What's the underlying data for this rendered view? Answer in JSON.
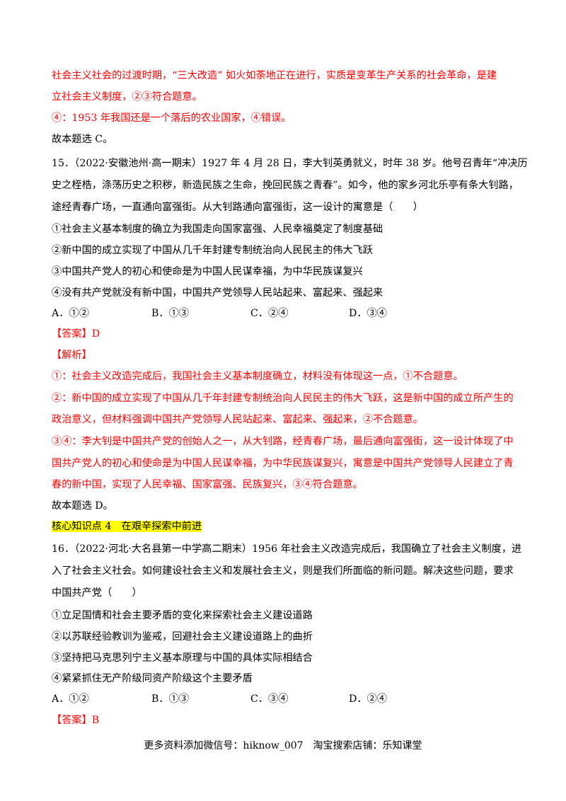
{
  "q14_tail": {
    "line1": "社会主义社会的过渡时期，“三大改造” 如火如荼地正在进行，实质是变革生产关系的社会革命，是建",
    "line2": "立社会主义制度，②③符合题意。",
    "line3": "④：1953 年我国还是一个落后的农业国家，④错误。",
    "conclusion": "故本题选 C。"
  },
  "q15": {
    "stem1": "15．（2022·安徽池州·高一期末）1927 年 4 月 28 日，李大钊英勇就义，时年 38 岁。他号召青年“冲决历",
    "stem2": "史之桎梏，涤荡历史之积秽，新造民族之生命，挽回民族之青春”。如今，他的家乡河北乐亭有条大钊路，",
    "stem3": "途经青春广场，一直通向富强街。从大钊路通向富强街，这一设计的寓意是（　　）",
    "statements": [
      "①社会主义基本制度的确立为我国走向国家富强、人民幸福奠定了制度基础",
      "②新中国的成立实现了中国从几千年封建专制统治向人民民主的伟大飞跃",
      "③中国共产党人的初心和使命是为中国人民谋幸福，为中华民族谋复兴",
      "④没有共产党就没有新中国，中国共产党领导人民站起来、富起来、强起来"
    ],
    "options": [
      "A．①②",
      "B．①③",
      "C．②④",
      "D．③④"
    ],
    "answer_label": "【答案】",
    "answer_value": "D",
    "analysis_label": "【解析】",
    "analysis": [
      "①：社会主义改造完成后，我国社会主义基本制度确立，材料没有体现这一点，①不合题意。",
      "②：新中国的成立实现了中国从几千年封建专制统治向人民民主的伟大飞跃，这是新中国的成立所产生的",
      "政治意义，但材料强调中国共产党领导人民站起来、富起来、强起来，②不合题意。",
      "③④：李大钊是中国共产党的创始人之一，从大钊路，经青春广场，最后通向富强街，这一设计体现了中",
      "国共产党人的初心和使命是为中国人民谋幸福，为中华民族谋复兴，寓意是中国共产党领导人民建立了青",
      "春的新中国，实现了人民幸福、国家富强、民族复兴，③④符合题意。"
    ],
    "conclusion": "故本题选 D。"
  },
  "knowledge_point": "核心知识点 4　在艰辛探索中前进",
  "q16": {
    "stem1": "16．（2022·河北·大名县第一中学高二期末）1956 年社会主义改造完成后，我国确立了社会主义制度，进",
    "stem2": "入了社会主义社会。如何建设社会主义和发展社会主义，则是我们所面临的新问题。解决这些问题，要求",
    "stem3": "中国共产党（　　）",
    "statements": [
      "①立足国情和社会主要矛盾的变化来探索社会主义建设道路",
      "②以苏联经验教训为鉴戒，回避社会主义建设道路上的曲折",
      "③坚持把马克思列宁主义基本原理与中国的具体实际相结合",
      "④紧紧抓住无产阶级同资产阶级这个主要矛盾"
    ],
    "options": [
      "A．①②",
      "B．①③",
      "C．③④",
      "D．②④"
    ],
    "answer_label": "【答案】",
    "answer_value": "B"
  },
  "footer": "更多资料添加微信号：hiknow_007　淘宝搜索店铺：乐知课堂"
}
